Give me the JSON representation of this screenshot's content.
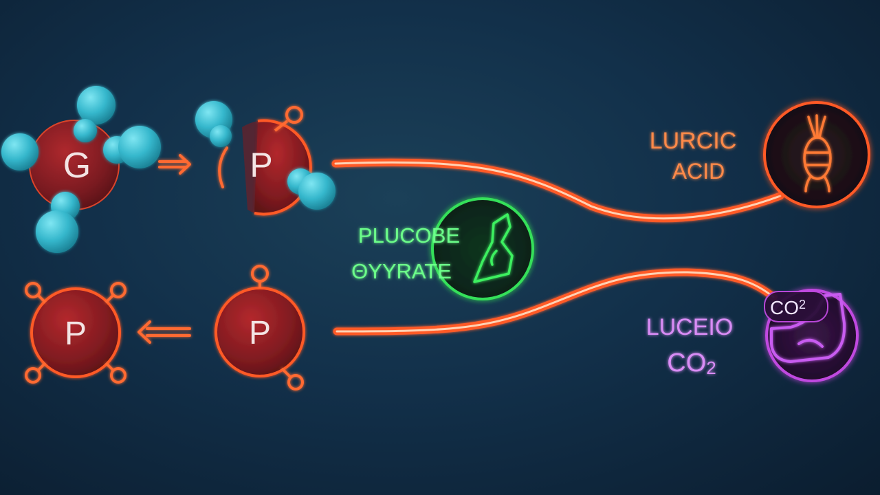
{
  "colors": {
    "background": "#12304a",
    "neon_orange": "#ff6a30",
    "orange_text": "#ff8a4a",
    "molecule_red": "#8e1f24",
    "cyan_atom": "#3fc0d4",
    "neon_green": "#35e05a",
    "neon_purple": "#c04ae0",
    "purple_text": "#d98cf5"
  },
  "nodes": {
    "glucose_label": "G",
    "p_top_label": "P",
    "p_bottom_left_label": "P",
    "p_bottom_mid_label": "P"
  },
  "center": {
    "line1": "PLUCOBE",
    "line2": "ΘYYRATE",
    "icon": "arm-icon"
  },
  "right_top": {
    "line1": "LURCIC",
    "line2": "ACID",
    "icon": "muscle-fiber-icon"
  },
  "right_bottom": {
    "line1": "LUCEIO",
    "line2_base": "CO",
    "line2_sub": "2",
    "badge_base": "CO",
    "badge_sub": "2",
    "icon": "flexed-arm-icon"
  }
}
